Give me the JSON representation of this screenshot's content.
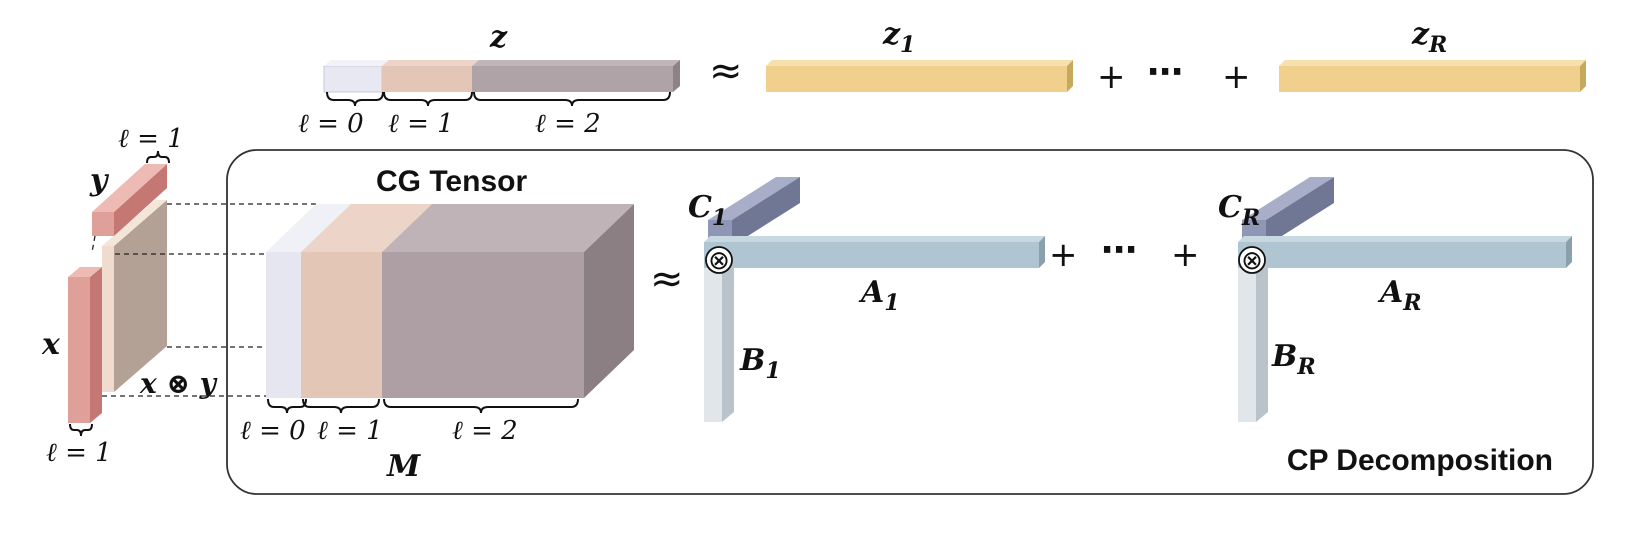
{
  "top": {
    "z_label": "z",
    "z1_label": "z",
    "z1_sub": "1",
    "zR_label": "z",
    "zR_sub": "R",
    "approx": "≈",
    "plus1": "+",
    "dots": "⋯",
    "plus2": "+",
    "l0": "ℓ = 0",
    "l1": "ℓ = 1",
    "l2": "ℓ = 2"
  },
  "left": {
    "y_label": "y",
    "x_label": "x",
    "xy_label": "x ⊗ y",
    "l_top": "ℓ = 1",
    "l_bottom": "ℓ = 1"
  },
  "box": {
    "title": "CG Tensor",
    "m_label": "M",
    "approx": "≈",
    "l0": "ℓ = 0",
    "l1": "ℓ = 1",
    "l2": "ℓ = 2",
    "cp_title": "CP Decomposition"
  },
  "cp": {
    "otimes": "⊗",
    "plus1": "+",
    "dots": "⋯",
    "plus2": "+",
    "term1": {
      "c": "C",
      "c_sub": "1",
      "a": "A",
      "a_sub": "1",
      "b": "B",
      "b_sub": "1"
    },
    "termR": {
      "c": "C",
      "c_sub": "R",
      "a": "A",
      "a_sub": "R",
      "b": "B",
      "b_sub": "R"
    }
  },
  "colors": {
    "l0": "#e4e4ef",
    "l1": "#e3c6b6",
    "l2": "#ad9fa4",
    "z_bar": "#f0d08c",
    "c_bar": "#8f97b6",
    "a_bar": "#afc6d2",
    "b_bar": "#e0e6ea",
    "vec": "#e0a09a"
  }
}
